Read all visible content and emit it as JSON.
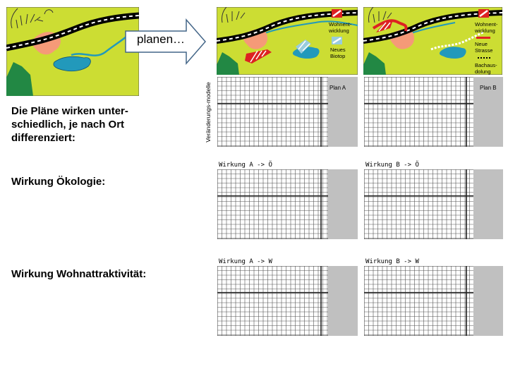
{
  "arrow": {
    "label": "planen…"
  },
  "left_texts": {
    "plans_text": "Die Pläne wirken unter-schiedlich, je nach Ort differenziert:",
    "ecology_label": "Wirkung Ökologie:",
    "living_label": "Wirkung Wohnattraktivität:"
  },
  "vertical_label": "Veränderungs-modelle",
  "map_labels": {
    "map_a_residential": "Wohnent-wicklung",
    "map_a_biotope": "Neues Biotop",
    "map_b_residential": "Wohnent-wicklung",
    "map_b_street": "Neue Strasse",
    "map_b_construction": "Bachaus-dolung"
  },
  "panels": {
    "plan_a": "Plan A",
    "plan_b": "Plan B",
    "eff_a_o": "Wirkung A -> Ö",
    "eff_b_o": "Wirkung B -> Ö",
    "eff_a_w": "Wirkung A -> W",
    "eff_b_w": "Wirkung B -> W"
  },
  "colors": {
    "map_green": "#ccdd33",
    "salmon": "#f59a78",
    "lake": "#2299bb",
    "dark_red": "#aa1111",
    "light_blue": "#99ccdd",
    "blue": "#2255bb",
    "gray_strip": "#c0c0c0"
  }
}
